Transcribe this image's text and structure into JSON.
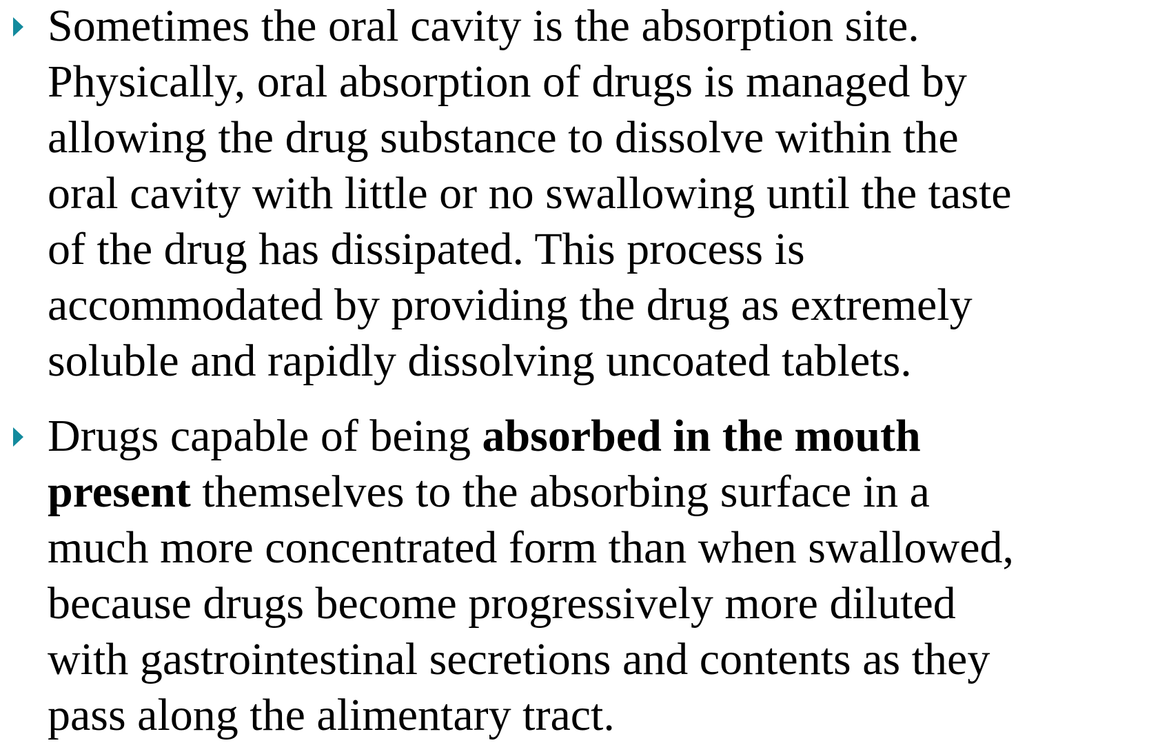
{
  "colors": {
    "bullet": "#138a9d",
    "text": "#000000",
    "background": "#ffffff"
  },
  "icons": {
    "bullet": "triangle-right-icon"
  },
  "bullets": [
    {
      "lines": [
        "Sometimes the oral cavity is the absorption site.",
        "Physically, oral absorption of drugs is managed by",
        "allowing the drug substance to dissolve within the",
        "oral cavity with little or no swallowing until the taste",
        "of the drug has dissipated. This process is",
        "accommodated by providing the drug as extremely",
        "soluble and rapidly dissolving uncoated tablets."
      ]
    },
    {
      "line1_before": "Drugs capable of being ",
      "line1_bold": "absorbed in the mouth",
      "line2_bold": "present",
      "line2_after": " themselves to the absorbing surface in a",
      "lines_rest": [
        "much more concentrated form than when swallowed,",
        "because drugs become progressively more diluted",
        "with gastrointestinal secretions and contents as they",
        "pass along the alimentary tract."
      ]
    }
  ]
}
